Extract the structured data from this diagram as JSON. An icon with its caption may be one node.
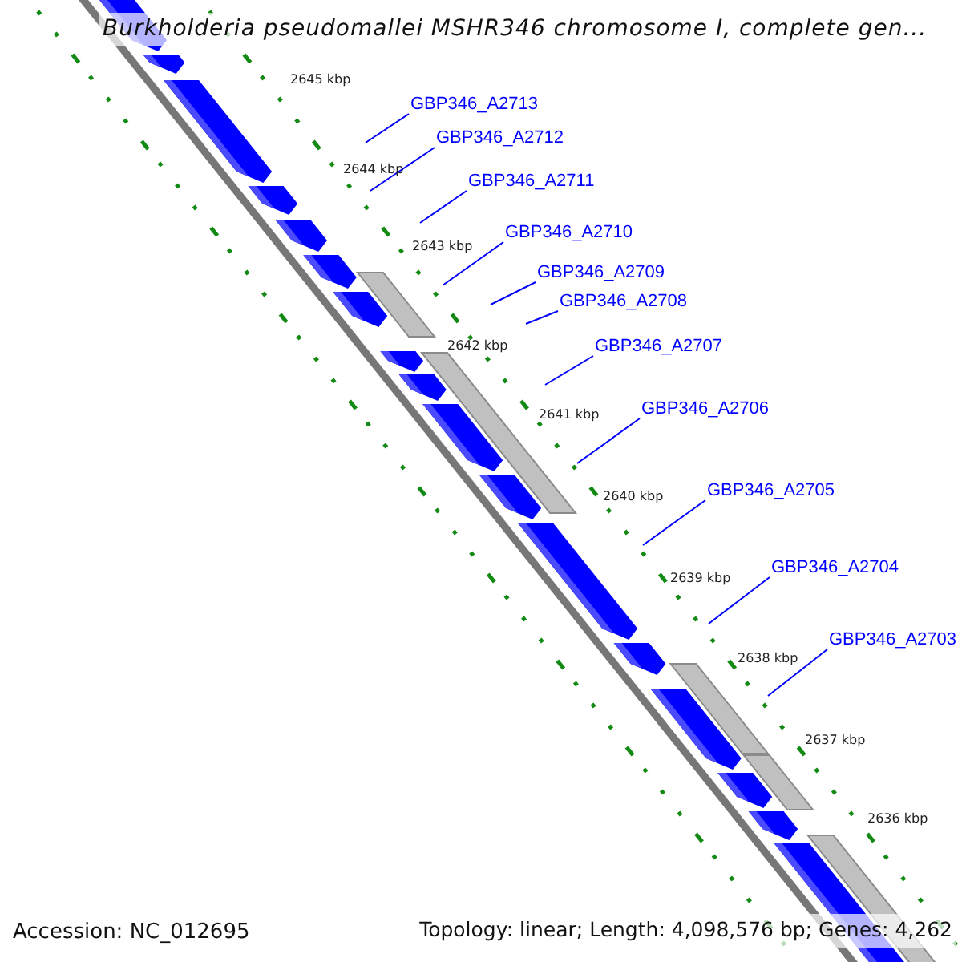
{
  "diagram": {
    "title": "Burkholderia pseudomallei MSHR346 chromosome I, complete gen...",
    "nodes": [
      {
        "text": [
          "GBP346_A2713"
        ]
      },
      {
        "text": [
          "GBP346_A2712"
        ]
      },
      {
        "text": [
          "GBP346_A2711"
        ]
      },
      {
        "text": [
          "GBP346_A2710"
        ]
      },
      {
        "text": [
          "GBP346_A2709"
        ]
      },
      {
        "text": [
          "GBP346_A2708"
        ]
      },
      {
        "text": [
          "GBP346_A2707"
        ]
      },
      {
        "text": [
          "GBP346_A2706"
        ]
      },
      {
        "text": [
          "GBP346_A2705"
        ]
      },
      {
        "text": [
          "GBP346_A2704"
        ]
      },
      {
        "text": [
          "GBP346_A2703"
        ]
      }
    ],
    "edges": [
      {
        "from": 0,
        "to": null,
        "arrow": "none"
      },
      {
        "from": 1,
        "to": null,
        "arrow": "none"
      },
      {
        "from": 2,
        "to": null,
        "arrow": "none"
      },
      {
        "from": 3,
        "to": null,
        "arrow": "none"
      },
      {
        "from": 4,
        "to": null,
        "arrow": "none"
      },
      {
        "from": 5,
        "to": null,
        "arrow": "none"
      },
      {
        "from": 6,
        "to": null,
        "arrow": "none"
      },
      {
        "from": 7,
        "to": null,
        "arrow": "none"
      },
      {
        "from": 8,
        "to": null,
        "arrow": "none"
      },
      {
        "from": 9,
        "to": null,
        "arrow": "none"
      },
      {
        "from": 10,
        "to": null,
        "arrow": "none"
      }
    ],
    "labels": [
      "2645 kbp",
      "2644 kbp",
      "2643 kbp",
      "2642 kbp",
      "2641 kbp",
      "2640 kbp",
      "2639 kbp",
      "2638 kbp",
      "2637 kbp",
      "2636 kbp",
      "Accession: NC_012695",
      "Topology: linear; Length: 4,098,576 bp; Genes: 4,262"
    ]
  }
}
